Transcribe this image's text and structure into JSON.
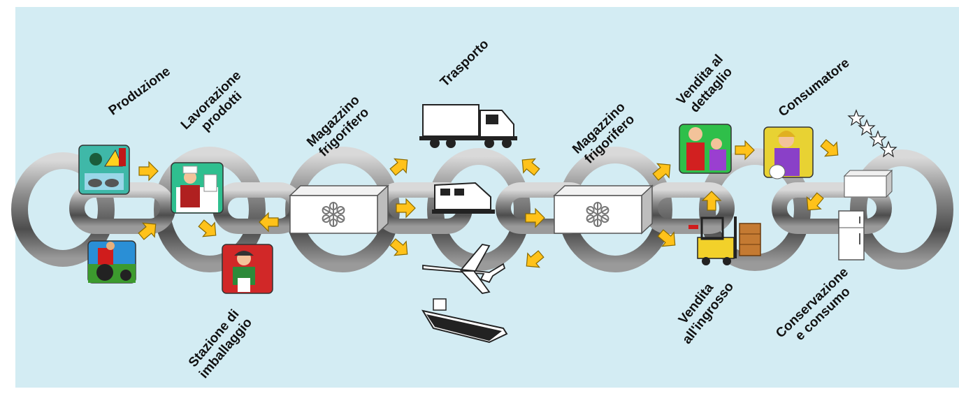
{
  "labels": {
    "produzione": "Produzione",
    "lavorazione_1": "Lavorazione",
    "lavorazione_2": "prodotti",
    "magazzino1_1": "Magazzino",
    "magazzino1_2": "frigorifero",
    "trasporto": "Trasporto",
    "magazzino2_1": "Magazzino",
    "magazzino2_2": "frigorifero",
    "vendita_dettaglio_1": "Vendita al",
    "vendita_dettaglio_2": "dettaglio",
    "consumatore": "Consumatore",
    "stazione_1": "Stazione di",
    "stazione_2": "imballaggio",
    "vendita_ingrosso_1": "Vendita",
    "vendita_ingrosso_2": "all'ingrosso",
    "conservazione_1": "Conservazione",
    "conservazione_2": "e consumo"
  },
  "colors": {
    "background": "#d3ecf3",
    "chain": "#6b6b6b",
    "chain_highlight": "#cfcfcf",
    "arrow": "#ffc21a",
    "arrow_outline": "#8a6a00"
  },
  "icons": {
    "production": "farm-produce-icon",
    "tractor": "tractor-icon",
    "processing": "food-worker-icon",
    "packaging": "packaging-worker-icon",
    "cold_store": "snowflake-box-icon",
    "truck": "truck-icon",
    "train": "train-icon",
    "plane": "airplane-icon",
    "ship": "ship-icon",
    "retail": "shop-couple-icon",
    "wholesale": "forklift-icon",
    "consumer": "consumer-icon",
    "fridge": "refrigerator-icon",
    "freezer": "freezer-chest-icon",
    "stars": "stars-icon"
  }
}
